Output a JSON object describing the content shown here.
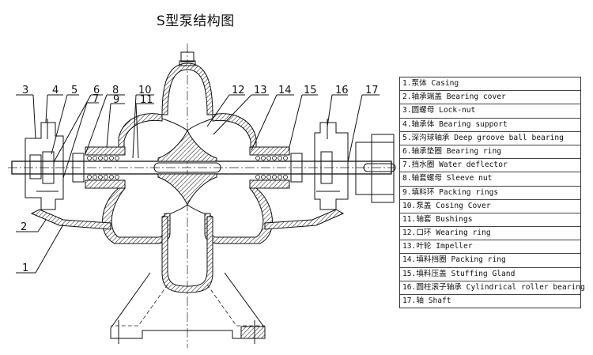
{
  "title": "S型泵结构图",
  "callouts": [
    {
      "num": "1"
    },
    {
      "num": "2"
    },
    {
      "num": "3"
    },
    {
      "num": "4"
    },
    {
      "num": "5"
    },
    {
      "num": "6"
    },
    {
      "num": "7"
    },
    {
      "num": "8"
    },
    {
      "num": "9"
    },
    {
      "num": "10"
    },
    {
      "num": "11"
    },
    {
      "num": "12"
    },
    {
      "num": "13"
    },
    {
      "num": "14"
    },
    {
      "num": "15"
    },
    {
      "num": "16"
    },
    {
      "num": "17"
    }
  ],
  "legend": [
    {
      "text": "1.泵体 Casing"
    },
    {
      "text": "2.轴承端盖 Bearing cover"
    },
    {
      "text": "3.圆螺母 Lock-nut"
    },
    {
      "text": "4.轴承体 Bearing support"
    },
    {
      "text": "5.深沟球轴承 Deep groove ball bearing"
    },
    {
      "text": "6.轴承垫圈 Bearing ring"
    },
    {
      "text": "7.挡水圈 Water deflector"
    },
    {
      "text": "8.轴套螺母 Sleeve nut"
    },
    {
      "text": "9.填料环 Packing rings"
    },
    {
      "text": "10.泵盖 Cosing Cover"
    },
    {
      "text": "11.轴套 Bushings"
    },
    {
      "text": "12.口环 Wearing ring"
    },
    {
      "text": "13.叶轮 Impeller"
    },
    {
      "text": "14.填料挡圈 Packing ring"
    },
    {
      "text": "15.填料压盖 Stuffing Gland"
    },
    {
      "text": "16.圆柱滚子轴承 Cylindrical roller bearing"
    },
    {
      "text": "17.轴 Shaft"
    }
  ]
}
